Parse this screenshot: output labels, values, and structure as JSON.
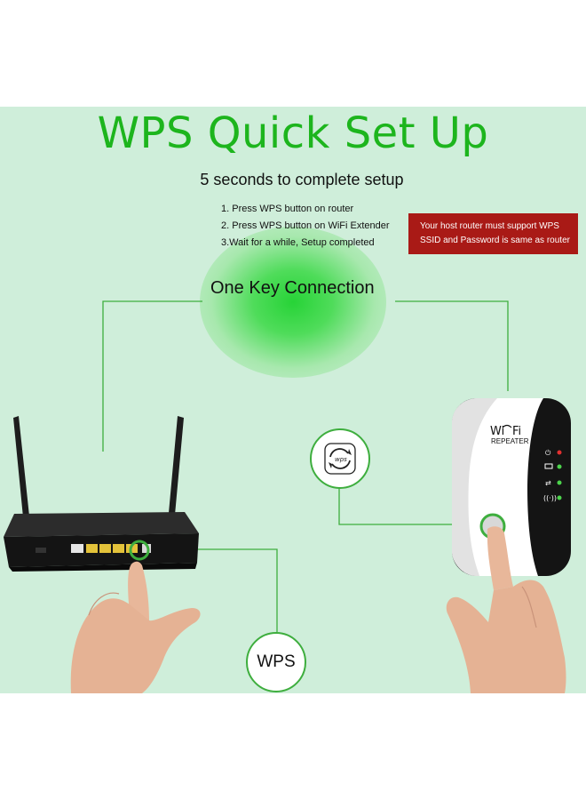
{
  "title": "WPS Quick Set Up",
  "subtitle": "5 seconds to complete setup",
  "steps": [
    "1. Press WPS button on router",
    "2. Press WPS button on WiFi Extender",
    "3.Wait for a while, Setup completed"
  ],
  "notice": {
    "line1": "Your host router must support WPS",
    "line2": "SSID and Password is same as router"
  },
  "connection_label": "One Key Connection",
  "wps_label": "WPS",
  "repeater": {
    "logo_left": "Wi",
    "logo_right": "Fi",
    "model": "REPEATER"
  },
  "icons": [
    "router-image",
    "repeater-image",
    "hand-icon",
    "wps-icon",
    "power-icon",
    "lan-icon",
    "sync-icon",
    "wifi-signal-icon"
  ],
  "colors": {
    "title": "#1db51d",
    "background": "#cfeeda",
    "notice": "#a91a16",
    "connector": "#3eae3e"
  }
}
